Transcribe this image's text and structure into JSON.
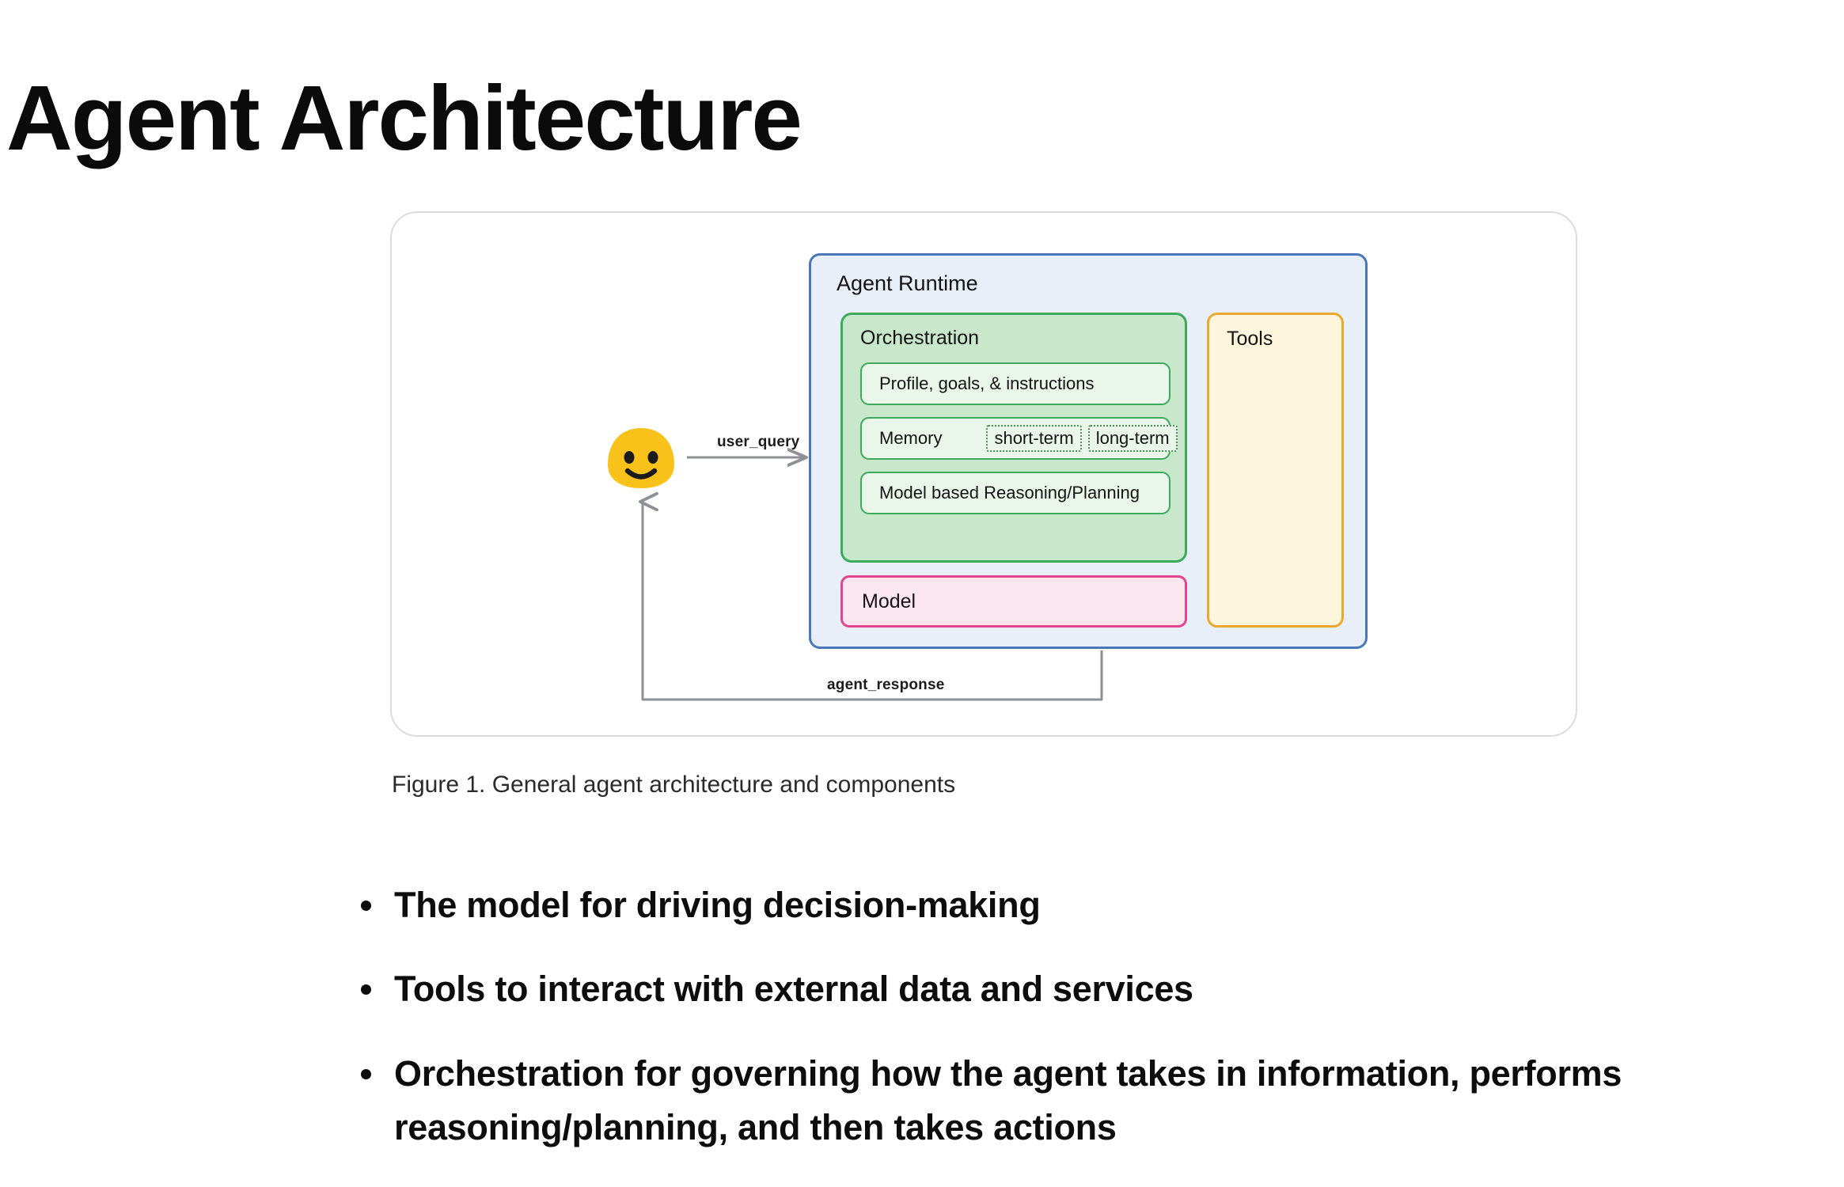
{
  "page": {
    "title": "Agent Architecture"
  },
  "figure": {
    "caption": "Figure 1. General agent architecture and components",
    "actor": {
      "icon_name": "user-smiley-emoji"
    },
    "flows": [
      {
        "id": "user_query",
        "label": "user_query",
        "direction": "user-to-agent"
      },
      {
        "id": "agent_response",
        "label": "agent_response",
        "direction": "agent-to-user"
      }
    ],
    "runtime": {
      "title": "Agent Runtime",
      "border_color": "#4a78b6",
      "fill_color": "#e9eff8",
      "orchestration": {
        "title": "Orchestration",
        "border_color": "#3da95d",
        "fill_color": "#c9e7cb",
        "rows": [
          {
            "label": "Profile, goals, & instructions",
            "chips": []
          },
          {
            "label": "Memory",
            "chips": [
              "short-term",
              "long-term"
            ]
          },
          {
            "label": "Model based Reasoning/Planning",
            "chips": []
          }
        ]
      },
      "model": {
        "title": "Model",
        "border_color": "#e0458d",
        "fill_color": "#fce7f0"
      },
      "tools": {
        "title": "Tools",
        "border_color": "#eaa82f",
        "fill_color": "#fdf5dc"
      }
    }
  },
  "bullets": [
    "The model for driving decision-making",
    "Tools to interact with external data and services",
    "Orchestration for governing how the agent takes in information, performs reasoning/planning, and then takes actions"
  ]
}
